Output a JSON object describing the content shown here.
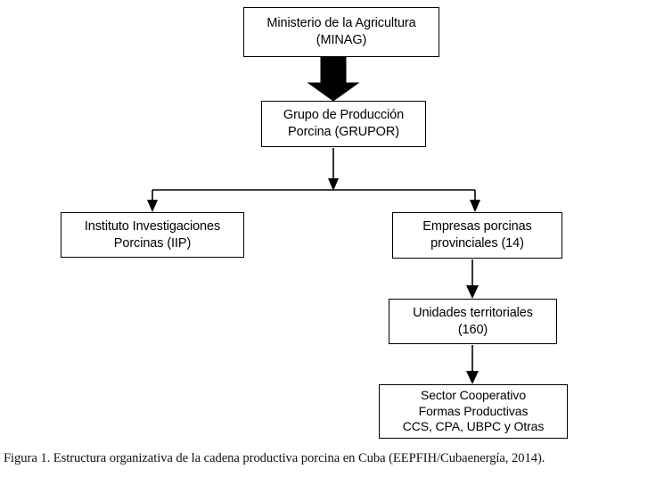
{
  "figure": {
    "caption": "Figura 1. Estructura organizativa de la cadena productiva porcina en Cuba (EEPFIH/Cubaenergía, 2014).",
    "stroke_color": "#000000",
    "box_fill_color": "#ffffff",
    "background_color": "#ffffff"
  },
  "nodes": {
    "minag": {
      "line1": "Ministerio de la Agricultura",
      "line2": "(MINAG)"
    },
    "grupor": {
      "line1": "Grupo de Producción",
      "line2": "Porcina (GRUPOR)"
    },
    "iip": {
      "line1": "Instituto Investigaciones",
      "line2": "Porcinas (IIP)"
    },
    "empresas": {
      "line1": "Empresas porcinas",
      "line2": "provinciales (14)"
    },
    "unidades": {
      "line1": "Unidades territoriales",
      "line2": "(160)"
    },
    "sector": {
      "line1": "Sector Cooperativo",
      "line2": "Formas Productivas",
      "line3": "CCS, CPA, UBPC y Otras"
    }
  },
  "connectors": [
    {
      "name": "minag-to-grupor",
      "style": "thick-block-arrow",
      "from": "minag",
      "to": "grupor"
    },
    {
      "name": "grupor-to-branch-bus",
      "style": "thin-arrow",
      "from": "grupor",
      "to": "branch-bus"
    },
    {
      "name": "branch-to-iip",
      "style": "thin-elbow-arrow",
      "from": "branch-bus",
      "to": "iip"
    },
    {
      "name": "branch-to-empresas",
      "style": "thin-elbow-arrow",
      "from": "branch-bus",
      "to": "empresas"
    },
    {
      "name": "empresas-to-unidades",
      "style": "thin-arrow",
      "from": "empresas",
      "to": "unidades"
    },
    {
      "name": "unidades-to-sector",
      "style": "thin-arrow",
      "from": "unidades",
      "to": "sector"
    }
  ]
}
